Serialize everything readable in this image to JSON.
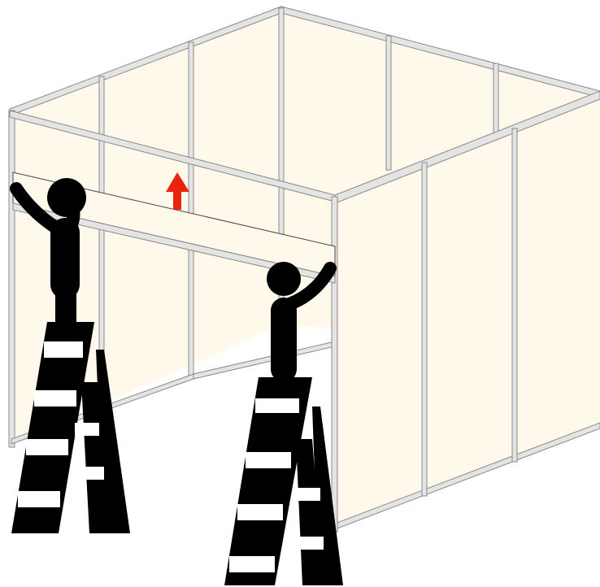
{
  "colors": {
    "panel": "#fff9ec",
    "frame": "#e4e4e4",
    "frame_outline": "#8a8a8a",
    "figure": "#000000",
    "arrow": "#e8250c",
    "background": "#ffffff"
  },
  "elements": {
    "booth_frame": "booth-frame",
    "workers": 2,
    "ladders": 2,
    "lift_direction": "up"
  }
}
